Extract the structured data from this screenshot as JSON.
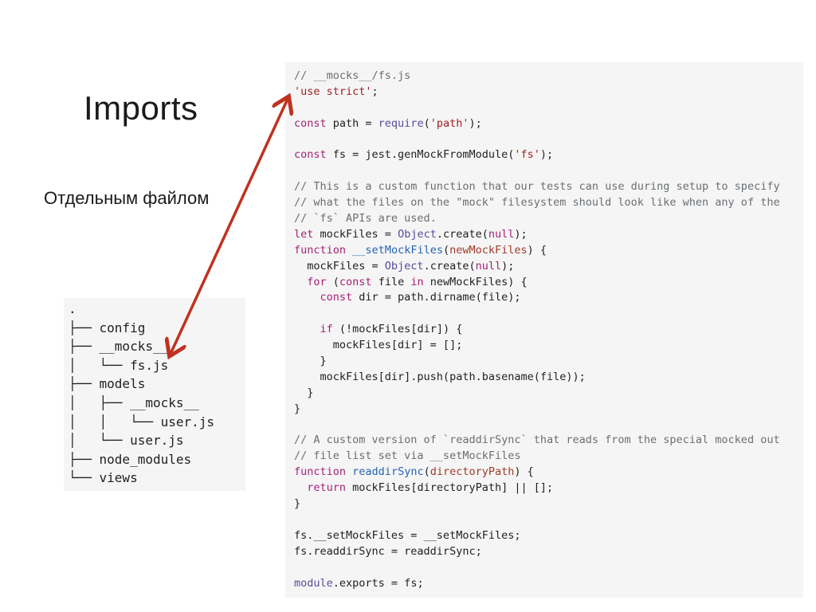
{
  "slide": {
    "title": "Imports",
    "subtitle": "Отдельным файлом"
  },
  "tree": {
    "lines": [
      ".",
      "├── config",
      "├── __mocks__",
      "│   └── fs.js",
      "├── models",
      "│   ├── __mocks__",
      "│   │   └── user.js",
      "│   └── user.js",
      "├── node_modules",
      "└── views"
    ]
  },
  "code": {
    "lines": [
      [
        [
          "c",
          "// __mocks__/fs.js"
        ]
      ],
      [
        [
          "s",
          "'use strict'"
        ],
        [
          "t",
          ";"
        ]
      ],
      [],
      [
        [
          "k",
          "const"
        ],
        [
          "t",
          " path = "
        ],
        [
          "b",
          "require"
        ],
        [
          "t",
          "("
        ],
        [
          "s",
          "'path'"
        ],
        [
          "t",
          ");"
        ]
      ],
      [],
      [
        [
          "k",
          "const"
        ],
        [
          "t",
          " fs = jest.genMockFromModule("
        ],
        [
          "s",
          "'fs'"
        ],
        [
          "t",
          ");"
        ]
      ],
      [],
      [
        [
          "c",
          "// This is a custom function that our tests can use during setup to specify"
        ]
      ],
      [
        [
          "c",
          "// what the files on the \"mock\" filesystem should look like when any of the"
        ]
      ],
      [
        [
          "c",
          "// `fs` APIs are used."
        ]
      ],
      [
        [
          "k",
          "let"
        ],
        [
          "t",
          " mockFiles = "
        ],
        [
          "b",
          "Object"
        ],
        [
          "t",
          ".create("
        ],
        [
          "k",
          "null"
        ],
        [
          "t",
          ");"
        ]
      ],
      [
        [
          "k",
          "function"
        ],
        [
          "t",
          " "
        ],
        [
          "f",
          "__setMockFiles"
        ],
        [
          "t",
          "("
        ],
        [
          "p",
          "newMockFiles"
        ],
        [
          "t",
          ") {"
        ]
      ],
      [
        [
          "t",
          "  mockFiles = "
        ],
        [
          "b",
          "Object"
        ],
        [
          "t",
          ".create("
        ],
        [
          "k",
          "null"
        ],
        [
          "t",
          ");"
        ]
      ],
      [
        [
          "t",
          "  "
        ],
        [
          "k",
          "for"
        ],
        [
          "t",
          " ("
        ],
        [
          "k",
          "const"
        ],
        [
          "t",
          " file "
        ],
        [
          "k",
          "in"
        ],
        [
          "t",
          " newMockFiles) {"
        ]
      ],
      [
        [
          "t",
          "    "
        ],
        [
          "k",
          "const"
        ],
        [
          "t",
          " dir = path.dirname(file);"
        ]
      ],
      [],
      [
        [
          "t",
          "    "
        ],
        [
          "k",
          "if"
        ],
        [
          "t",
          " (!mockFiles[dir]) {"
        ]
      ],
      [
        [
          "t",
          "      mockFiles[dir] = [];"
        ]
      ],
      [
        [
          "t",
          "    }"
        ]
      ],
      [
        [
          "t",
          "    mockFiles[dir].push(path.basename(file));"
        ]
      ],
      [
        [
          "t",
          "  }"
        ]
      ],
      [
        [
          "t",
          "}"
        ]
      ],
      [],
      [
        [
          "c",
          "// A custom version of `readdirSync` that reads from the special mocked out"
        ]
      ],
      [
        [
          "c",
          "// file list set via __setMockFiles"
        ]
      ],
      [
        [
          "k",
          "function"
        ],
        [
          "t",
          " "
        ],
        [
          "f",
          "readdirSync"
        ],
        [
          "t",
          "("
        ],
        [
          "p",
          "directoryPath"
        ],
        [
          "t",
          ") {"
        ]
      ],
      [
        [
          "t",
          "  "
        ],
        [
          "k",
          "return"
        ],
        [
          "t",
          " mockFiles[directoryPath] || [];"
        ]
      ],
      [
        [
          "t",
          "}"
        ]
      ],
      [],
      [
        [
          "t",
          "fs.__setMockFiles = __setMockFiles;"
        ]
      ],
      [
        [
          "t",
          "fs.readdirSync = readdirSync;"
        ]
      ],
      [],
      [
        [
          "b",
          "module"
        ],
        [
          "t",
          ".exports = fs;"
        ]
      ]
    ]
  },
  "colors": {
    "arrow": "#c0311f",
    "panel_bg": "#f5f5f5"
  },
  "icons": {
    "arrow": "double-headed-arrow"
  }
}
